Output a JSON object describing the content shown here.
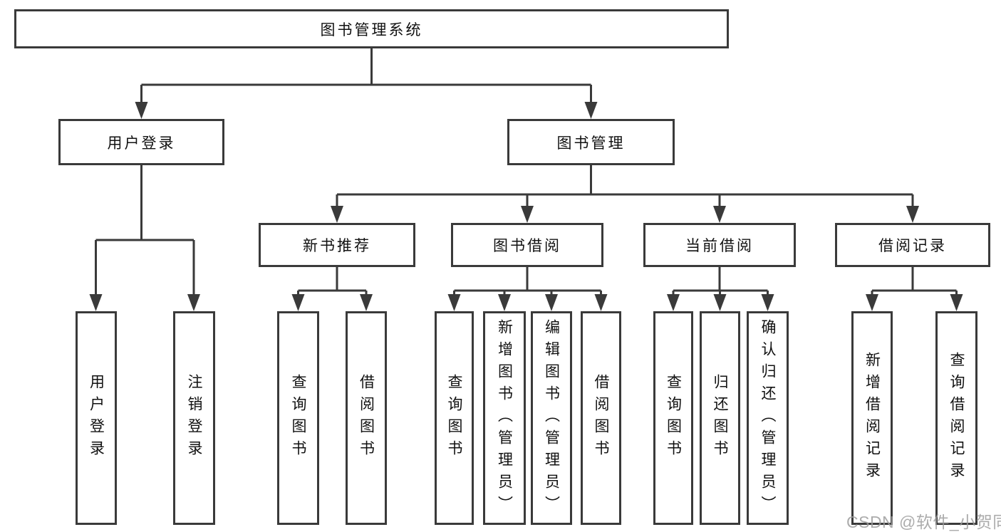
{
  "tree": {
    "label": "图书管理系统",
    "children": [
      {
        "label": "用户登录",
        "children": [
          {
            "label": "用户登录"
          },
          {
            "label": "注销登录"
          }
        ]
      },
      {
        "label": "图书管理",
        "children": [
          {
            "label": "新书推荐",
            "children": [
              {
                "label": "查询图书"
              },
              {
                "label": "借阅图书"
              }
            ]
          },
          {
            "label": "图书借阅",
            "children": [
              {
                "label": "查询图书"
              },
              {
                "label": "新增图书（管理员）"
              },
              {
                "label": "编辑图书（管理员）"
              },
              {
                "label": "借阅图书"
              }
            ]
          },
          {
            "label": "当前借阅",
            "children": [
              {
                "label": "查询图书"
              },
              {
                "label": "归还图书"
              },
              {
                "label": "确认归还（管理员）"
              }
            ]
          },
          {
            "label": "借阅记录",
            "children": [
              {
                "label": "新增借阅记录"
              },
              {
                "label": "查询借阅记录"
              }
            ]
          }
        ]
      }
    ]
  },
  "watermark": {
    "text": "CSDN @软件_小贺同学"
  },
  "colors": {
    "line": "#3a3a3a",
    "box_border": "#3a3a3a",
    "text": "#111111",
    "watermark": "#9e9e9e",
    "background": "#ffffff"
  }
}
